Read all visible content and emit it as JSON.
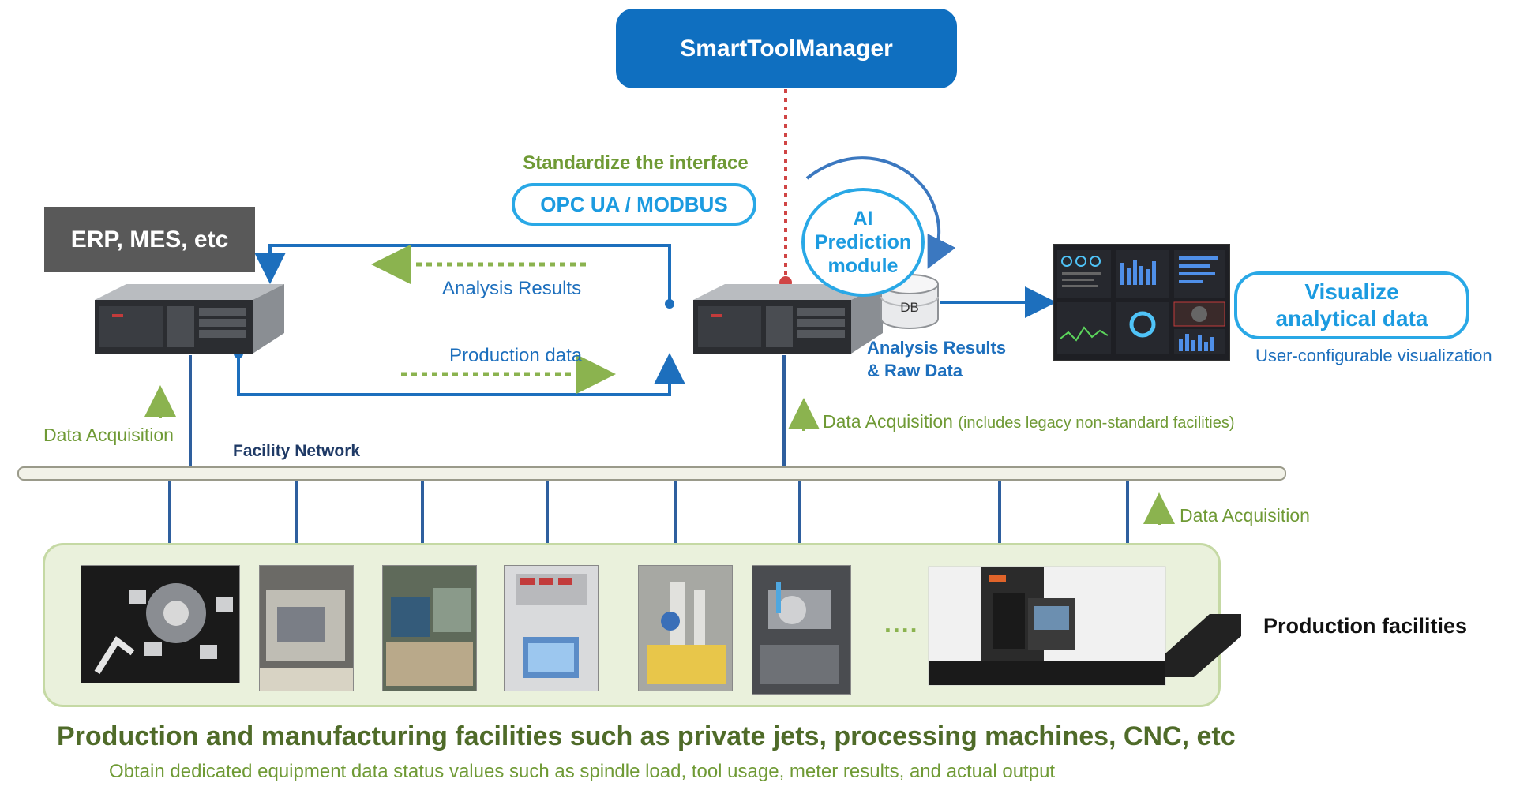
{
  "header": {
    "title": "SmartToolManager"
  },
  "erp": {
    "label": "ERP, MES, etc"
  },
  "interface": {
    "caption": "Standardize the interface",
    "protocol": "OPC UA / MODBUS"
  },
  "ai_module": {
    "line1": "AI",
    "line2": "Prediction",
    "line3": "module"
  },
  "db": {
    "label": "DB",
    "caption_line1": "Analysis Results",
    "caption_line2": "& Raw Data"
  },
  "flows": {
    "analysis_results": "Analysis Results",
    "production_data": "Production data"
  },
  "visualize": {
    "line1": "Visualize",
    "line2": "analytical data",
    "caption": "User-configurable visualization"
  },
  "acquisition": {
    "left": "Data Acquisition",
    "center": "Data Acquisition",
    "center_note": "(includes legacy non-standard facilities)",
    "right": "Data Acquisition"
  },
  "network": {
    "label": "Facility Network"
  },
  "facilities": {
    "ellipsis": "....",
    "label": "Production facilities",
    "headline": "Production and manufacturing facilities such as private jets, processing machines, CNC, etc",
    "subline": "Obtain dedicated equipment data status values such as spindle load, tool usage, meter results, and actual output"
  },
  "colors": {
    "blue": "#0f6fc0",
    "light_blue": "#29a8e6",
    "green": "#6f9a35",
    "dark_gray": "#595959",
    "red_dotted": "#d04545"
  }
}
